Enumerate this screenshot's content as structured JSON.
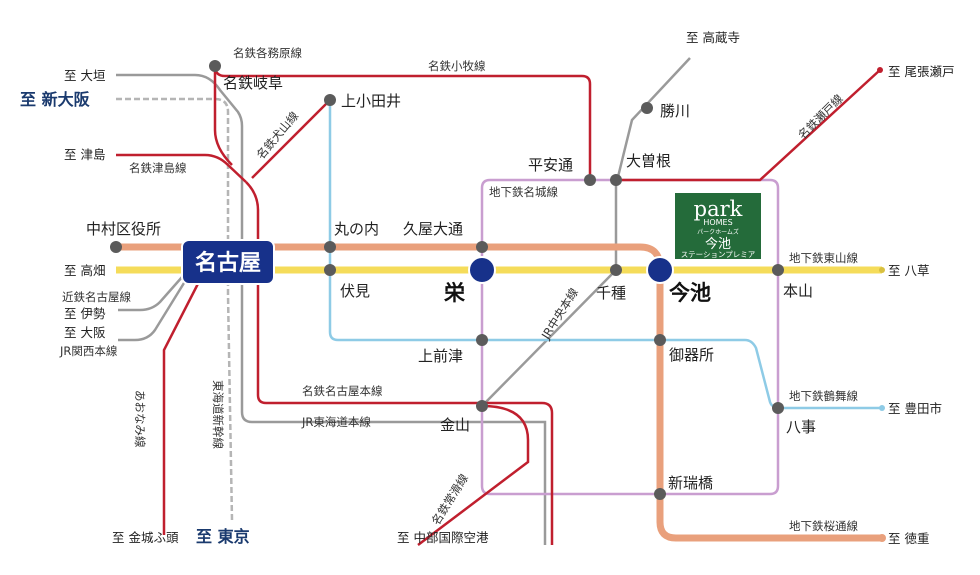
{
  "colors": {
    "meitetsu": "#c01f2e",
    "jr": "#9a9a9a",
    "shinkansen": "#b5b5b5",
    "higashiyama": "#f5dc5a",
    "sakuradori": "#e9a07c",
    "meijo": "#c99ed0",
    "tsurumai": "#8ecbe6",
    "station_dot": "#5b5b5b",
    "hub_dot": "#17318a",
    "nagoya_box": "#17318a",
    "parkhomes_bg": "#246b3a"
  },
  "hub": {
    "nagoya": "名古屋"
  },
  "stations": {
    "meitetsu_gifu": "名鉄岐阜",
    "kamiotai": "上小田井",
    "nakamura_kuyakusho": "中村区役所",
    "marunouchi": "丸の内",
    "hisaya_odori": "久屋大通",
    "heian_dori": "平安通",
    "ozone": "大曽根",
    "katsukawa": "勝川",
    "fushimi": "伏見",
    "sakae": "栄",
    "chikusa": "千種",
    "imaike": "今池",
    "motoyama": "本山",
    "kamimaezu": "上前津",
    "gokiso": "御器所",
    "kanayama": "金山",
    "yagoto": "八事",
    "shinmizuhashi": "新瑞橋"
  },
  "lines": {
    "meitetsu_kakamigahara": "名鉄各務原線",
    "meitetsu_komaki": "名鉄小牧線",
    "meitetsu_inuyama": "名鉄犬山線",
    "meitetsu_tsushima": "名鉄津島線",
    "subway_meijo": "地下鉄名城線",
    "subway_higashiyama": "地下鉄東山線",
    "kintetsu_nagoya": "近鉄名古屋線",
    "jr_chuo": "JR中央本線",
    "jr_kansai": "JR関西本線",
    "aonami": "あおなみ線",
    "tokaido_shinkansen": "東海道新幹線",
    "meitetsu_nagoya_honsen": "名鉄名古屋本線",
    "jr_tokaido": "JR東海道本線",
    "subway_tsurumai": "地下鉄鶴舞線",
    "meitetsu_tokoname": "名鉄常滑線",
    "subway_sakuradori": "地下鉄桜通線",
    "meitetsu_seto": "名鉄瀬戸線"
  },
  "destinations": {
    "ogaki": "至 大垣",
    "shin_osaka": "至 新大阪",
    "tsushima": "至 津島",
    "takabata": "至 高畑",
    "ise": "至 伊勢",
    "osaka": "至 大阪",
    "kinjofuto": "至 金城ふ頭",
    "tokyo": "至 東京",
    "chubu_airport": "至 中部国際空港",
    "kozoji": "至 高蔵寺",
    "owari_seto": "至 尾張瀬戸",
    "yagusa": "至 八草",
    "toyota": "至 豊田市",
    "tokushige": "至 徳重"
  },
  "park_homes": {
    "brand": "park",
    "brand_sub": "HOMES",
    "kana": "パークホームズ",
    "name": "今池",
    "tagline": "ステーションプレミア"
  }
}
